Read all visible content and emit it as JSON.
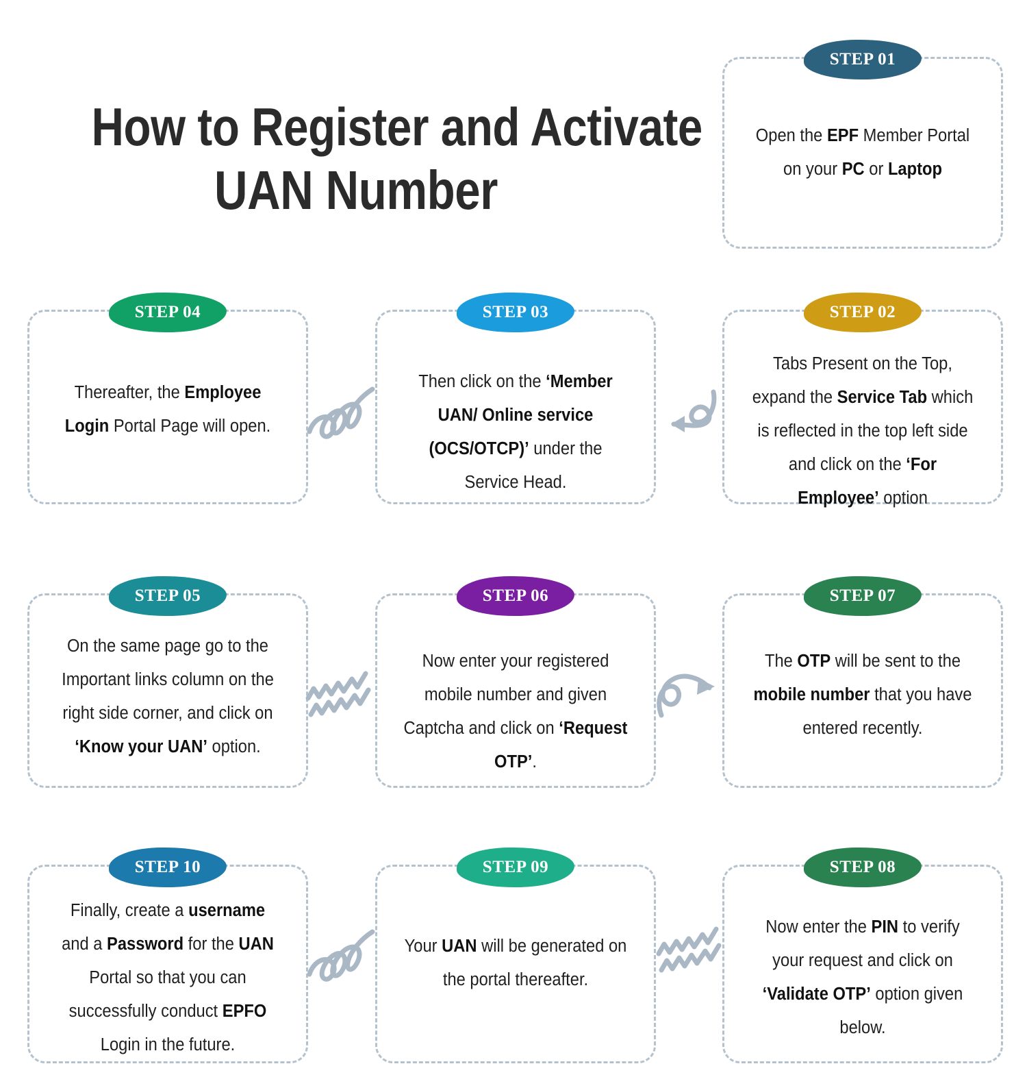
{
  "title": {
    "line1": "How to Register and Activate",
    "line2": "UAN Number"
  },
  "colors": {
    "card_border": "#b4c2ce",
    "doodle": "#aab8c6",
    "body_text": "#1f1f1f",
    "step01": "#2d627f",
    "step02": "#cf9c15",
    "step03": "#1b9cdc",
    "step04": "#11a065",
    "step05": "#1a8d96",
    "step06": "#7a1fa2",
    "step07": "#2a8251",
    "step08": "#2a8251",
    "step09": "#1fae8a",
    "step10": "#1d7aad"
  },
  "steps": [
    {
      "id": "01",
      "badge": "STEP 01",
      "color": "#2d627f",
      "body_html": "Open the <b>EPF</b> Member Portal on your <b>PC</b> or <b>Laptop</b>",
      "body_text": "Open the EPF Member Portal on your PC or Laptop"
    },
    {
      "id": "02",
      "badge": "STEP 02",
      "color": "#cf9c15",
      "body_html": "Tabs Present on the Top, expand the <b>Service Tab</b> which is reflected in the top left side and click on the <b>&lsquo;For Employee&rsquo;</b> option",
      "body_text": "Tabs Present on the Top, expand the Service Tab which is reflected in the top left side and click on the ‘For Employee’ option"
    },
    {
      "id": "03",
      "badge": "STEP 03",
      "color": "#1b9cdc",
      "body_html": "Then click on the <b>&lsquo;Member UAN/ Online service (OCS/OTCP)&rsquo;</b> under the Service Head.",
      "body_text": "Then click on the ‘Member UAN/ Online service (OCS/OTCP)’ under the Service Head."
    },
    {
      "id": "04",
      "badge": "STEP 04",
      "color": "#11a065",
      "body_html": "Thereafter, the <b>Employee Login</b> Portal Page will open.",
      "body_text": "Thereafter, the Employee Login Portal Page will open."
    },
    {
      "id": "05",
      "badge": "STEP 05",
      "color": "#1a8d96",
      "body_html": "On the same page go to the Important links column on the right side corner, and click on <b>&lsquo;Know your UAN&rsquo;</b> option.",
      "body_text": "On the same page go to the Important links column on the right side corner, and click on ‘Know your UAN’ option."
    },
    {
      "id": "06",
      "badge": "STEP 06",
      "color": "#7a1fa2",
      "body_html": "Now enter your registered mobile number and given Captcha and click on <b>&lsquo;Request OTP&rsquo;</b>.",
      "body_text": "Now enter your registered mobile number and given Captcha and click on ‘Request OTP’."
    },
    {
      "id": "07",
      "badge": "STEP 07",
      "color": "#2a8251",
      "body_html": "The <b>OTP</b> will be sent to the <b>mobile number</b> that you have entered recently.",
      "body_text": "The OTP will be sent to the mobile number that you have entered recently."
    },
    {
      "id": "08",
      "badge": "STEP 08",
      "color": "#2a8251",
      "body_html": "Now enter the <b>PIN</b> to verify your request and click on <b>&lsquo;Validate OTP&rsquo;</b> option given below.",
      "body_text": "Now enter the PIN to verify your request and click on ‘Validate OTP’ option given below."
    },
    {
      "id": "09",
      "badge": "STEP 09",
      "color": "#1fae8a",
      "body_html": "Your <b>UAN</b> will be generated on the portal thereafter.",
      "body_text": "Your UAN will be generated on the portal thereafter."
    },
    {
      "id": "10",
      "badge": "STEP 10",
      "color": "#1d7aad",
      "body_html": "Finally, create a <b>username</b> and a <b>Password</b> for the <b>UAN</b> Portal so that you can successfully conduct <b>EPFO</b> Login in the future.",
      "body_text": "Finally, create a username and a Password for the UAN Portal so that you can successfully conduct EPFO Login in the future."
    }
  ],
  "connectors": [
    {
      "name": "connector-step04-step03",
      "kind": "spiral-coil",
      "direction": "right-to-left"
    },
    {
      "name": "connector-step03-step02",
      "kind": "loop-arrow",
      "direction": "right-to-left"
    },
    {
      "name": "connector-step05-step06",
      "kind": "zigzag-waves",
      "direction": "left-to-right"
    },
    {
      "name": "connector-step06-step07",
      "kind": "loop-arrow",
      "direction": "left-to-right"
    },
    {
      "name": "connector-step10-step09",
      "kind": "spiral-coil",
      "direction": "left-to-right"
    },
    {
      "name": "connector-step09-step08",
      "kind": "zigzag-waves",
      "direction": "left-to-right"
    }
  ]
}
